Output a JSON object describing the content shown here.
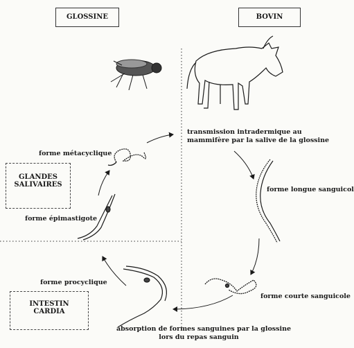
{
  "headers": {
    "left": "GLOSSINE",
    "right": "BOVIN"
  },
  "boxes": {
    "salivary_line1": "GLANDES",
    "salivary_line2": "SALIVAIRES",
    "intestine_line1": "INTESTIN",
    "intestine_line2": "CARDIA"
  },
  "labels": {
    "metacyclic": "forme métacyclique",
    "epimastigote": "forme épimastigote",
    "procyclic": "forme procyclique",
    "long_blood": "forme longue sanguicole",
    "short_blood": "forme courte sanguicole",
    "transmission_line1": "transmission intradermique au",
    "transmission_line2": "mammifère par la salive de la glossine",
    "absorption_line1": "absorption de formes sanguines par la glossine",
    "absorption_line2": "lors du repas sanguin"
  },
  "colors": {
    "ink": "#1a1a1a",
    "paper": "#fbfbf8"
  },
  "icons": [
    "tsetse-fly-icon",
    "cow-icon"
  ]
}
